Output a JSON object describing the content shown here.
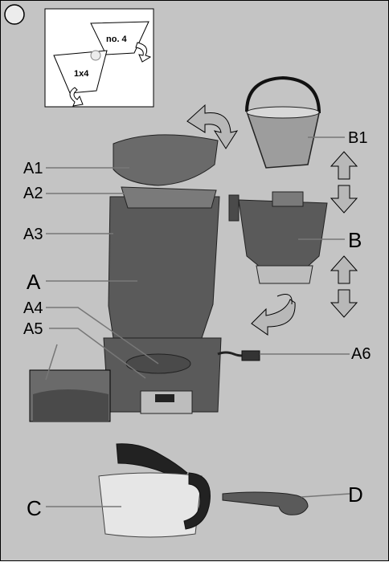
{
  "filter_sizes": {
    "large": "no. 4",
    "small": "1x4"
  },
  "labels": {
    "a1": "A1",
    "a2": "A2",
    "a3": "A3",
    "a": "A",
    "a4": "A4",
    "a5": "A5",
    "b1": "B1",
    "b": "B",
    "a6": "A6",
    "c": "C",
    "d": "D"
  },
  "colors": {
    "background": "#c4c4c4",
    "device": "#5a5a5a",
    "arrow_fill": "#b8b8b8"
  }
}
